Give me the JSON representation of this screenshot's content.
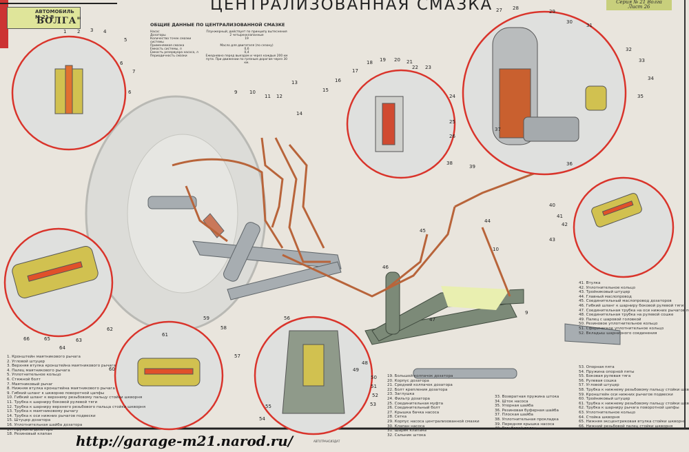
{
  "header": {
    "logo_line1": "АВТОМОБИЛЬ М-21 В",
    "logo_line2": "ВОЛГА\"",
    "title": "ЦЕНТРАЛИЗОВАННАЯ СМАЗКА",
    "series": "Серия № 21 Волга",
    "sheet": "Лист 26"
  },
  "general": {
    "heading": "ОБЩИЕ ДАННЫЕ ПО ЦЕНТРАЛИЗОВАННОЙ СМАЗКЕ",
    "rows": [
      {
        "k": "Насос",
        "v": "Плунжерный; действует по принципу вытеснения"
      },
      {
        "k": "Дозаторы",
        "v": "2 четырехклапанные"
      },
      {
        "k": "Количество точек смазки системы",
        "v": "19"
      },
      {
        "k": "Применяемая смазка",
        "v": "Масло для двигателя (по сезону)"
      },
      {
        "k": "Емкость системы, л",
        "v": "0,6"
      },
      {
        "k": "Емкость резервуара насоса, л",
        "v": "0,4"
      },
      {
        "k": "Периодичность смазки",
        "v": "Ежедневно перед выездом и через каждые 200 км пути. При движении по грязным дорогам через 30 км."
      }
    ]
  },
  "legend1": [
    "1. Кронштейн маятникового рычага",
    "2. Угловой штуцер",
    "3. Верхняя втулка кронштейна маятникового рычага",
    "4. Палец маятникового рычага",
    "5. Уплотнительное кольцо",
    "6. Стяжной болт",
    "7. Маятниковый рычаг",
    "8. Нижняя втулка кронштейна маятникового рычага",
    "9. Гибкий шланг к шкворню поворотной цапфы",
    "10. Гибкий шланг к верхнему резьбовому пальцу стойки шкворня",
    "11. Трубка к шарниру боковой рулевой тяги",
    "12. Трубка к шарниру верхнего резьбового пальца стойки шкворня",
    "13. Трубка к маятниковому рычагу",
    "14. Трубка к оси нижних рычагов подвески",
    "15. Штуцер дозатора",
    "16. Уплотнительная шайба дозатора",
    "17. Пружина дозатора",
    "18. Резиновый клапан"
  ],
  "legend2": [
    "19. Большой колпачок дозатора",
    "20. Корпус дозатора",
    "21. Средний колпачок дозатора",
    "22. Болт крепления дозатора",
    "23. Заглушка",
    "24. Фильтр дозатора",
    "25. Соединительная муфта",
    "26. Соединительный болт",
    "27. Крышка бачка насоса",
    "28. Сетка",
    "29. Корпус насоса централизованной смазки",
    "30. Клапан насоса",
    "31. Шарик клапана",
    "32. Сальник штока"
  ],
  "legend3": [
    "33. Возвратная пружина штока",
    "34. Шток насоса",
    "35. Упорная шайба",
    "36. Резиновая буферная шайба",
    "37. Плоская шайба",
    "38. Уплотнительная прокладка",
    "39. Передняя крышка насоса",
    "40. Резьбовой палец"
  ],
  "legend4": [
    "41. Втулка",
    "42. Уплотнительное кольцо",
    "43. Тройниковый штуцер",
    "44. Главный маслопровод",
    "45. Соединительный маслопровод дозаторов",
    "46. Гибкий шланг к шарниру боковой рулевой тяги",
    "47. Соединительная трубка на оси нижних рычагов подвески",
    "48. Соединительная трубка на рулевой сошке",
    "49. Палец с шаровой головкой",
    "50. Резиновое уплотнительное кольцо",
    "51. Сферическое уплотнительное кольцо",
    "52. Вкладыш шарнирного соединения"
  ],
  "legend5": [
    "53. Опорная пята",
    "54. Пружина опорной пяты",
    "55. Боковая рулевая тяга",
    "56. Рулевая сошка",
    "57. Угловой штуцер",
    "58. Трубка к нижнему резьбовому пальцу стойки шкворня",
    "59. Кронштейн оси нижних рычагов подвески",
    "60. Тройниковый штуцер",
    "61. Трубка к нижнему резьбовому пальцу стойки шкворня",
    "62. Трубка к шарниру рычага поворотной цапфы",
    "63. Уплотнительное кольцо",
    "64. Стойка шкворня",
    "65. Нижняя эксцентриковая втулка стойки шкворня",
    "66. Нижний резьбовой палец стойки шкворня"
  ],
  "callouts": [
    "1",
    "2",
    "3",
    "4",
    "5",
    "6",
    "7",
    "6",
    "9",
    "10",
    "11",
    "12",
    "13",
    "14",
    "15",
    "16",
    "17",
    "18",
    "19",
    "20",
    "21",
    "22",
    "23",
    "24",
    "25",
    "26",
    "27",
    "28",
    "29",
    "30",
    "31",
    "32",
    "33",
    "34",
    "35",
    "36",
    "37",
    "38",
    "39",
    "40",
    "41",
    "42",
    "43",
    "44",
    "45",
    "46",
    "47",
    "48",
    "49",
    "50",
    "51",
    "52",
    "53",
    "54",
    "55",
    "56",
    "57",
    "58",
    "59",
    "60",
    "61",
    "62",
    "63",
    "64",
    "65",
    "66",
    "9",
    "10"
  ],
  "footer": {
    "url": "http://garage-m21.narod.ru/",
    "publisher": "АВТОТРАНСИЗДАТ"
  },
  "colors": {
    "paper": "#e9e5dd",
    "callout_ring": "#d9342b",
    "oil_pipe": "#b8643a",
    "metal": "#9aa3a8",
    "logo": "#dfe59a"
  }
}
